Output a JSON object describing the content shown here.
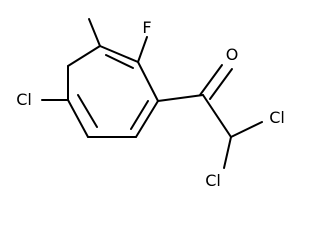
{
  "molecule": {
    "atoms": {
      "fluorine": "F",
      "oxygen": "O",
      "chlorine_ring": "Cl",
      "chlorine_upper": "Cl",
      "chlorine_lower": "Cl"
    }
  }
}
